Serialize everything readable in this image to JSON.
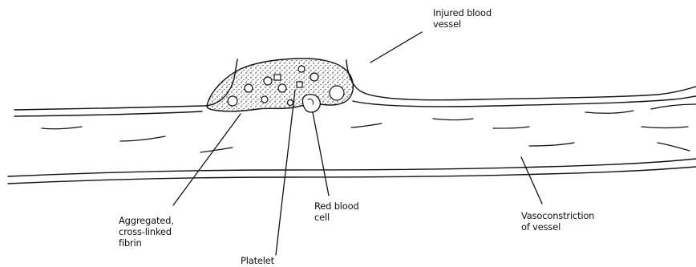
{
  "labels": {
    "injured_vessel": [
      "Injured blood",
      "vessel"
    ],
    "aggregated_fibrin": [
      "Aggregated,",
      "cross-linked",
      "fibrin"
    ],
    "platelet": [
      "Platelet"
    ],
    "red_blood_cell": [
      "Red blood",
      "cell"
    ],
    "vasoconstriction": [
      "Vasoconstriction",
      "of vessel"
    ]
  },
  "colors": {
    "ink": "#111111",
    "background": "#ffffff"
  }
}
